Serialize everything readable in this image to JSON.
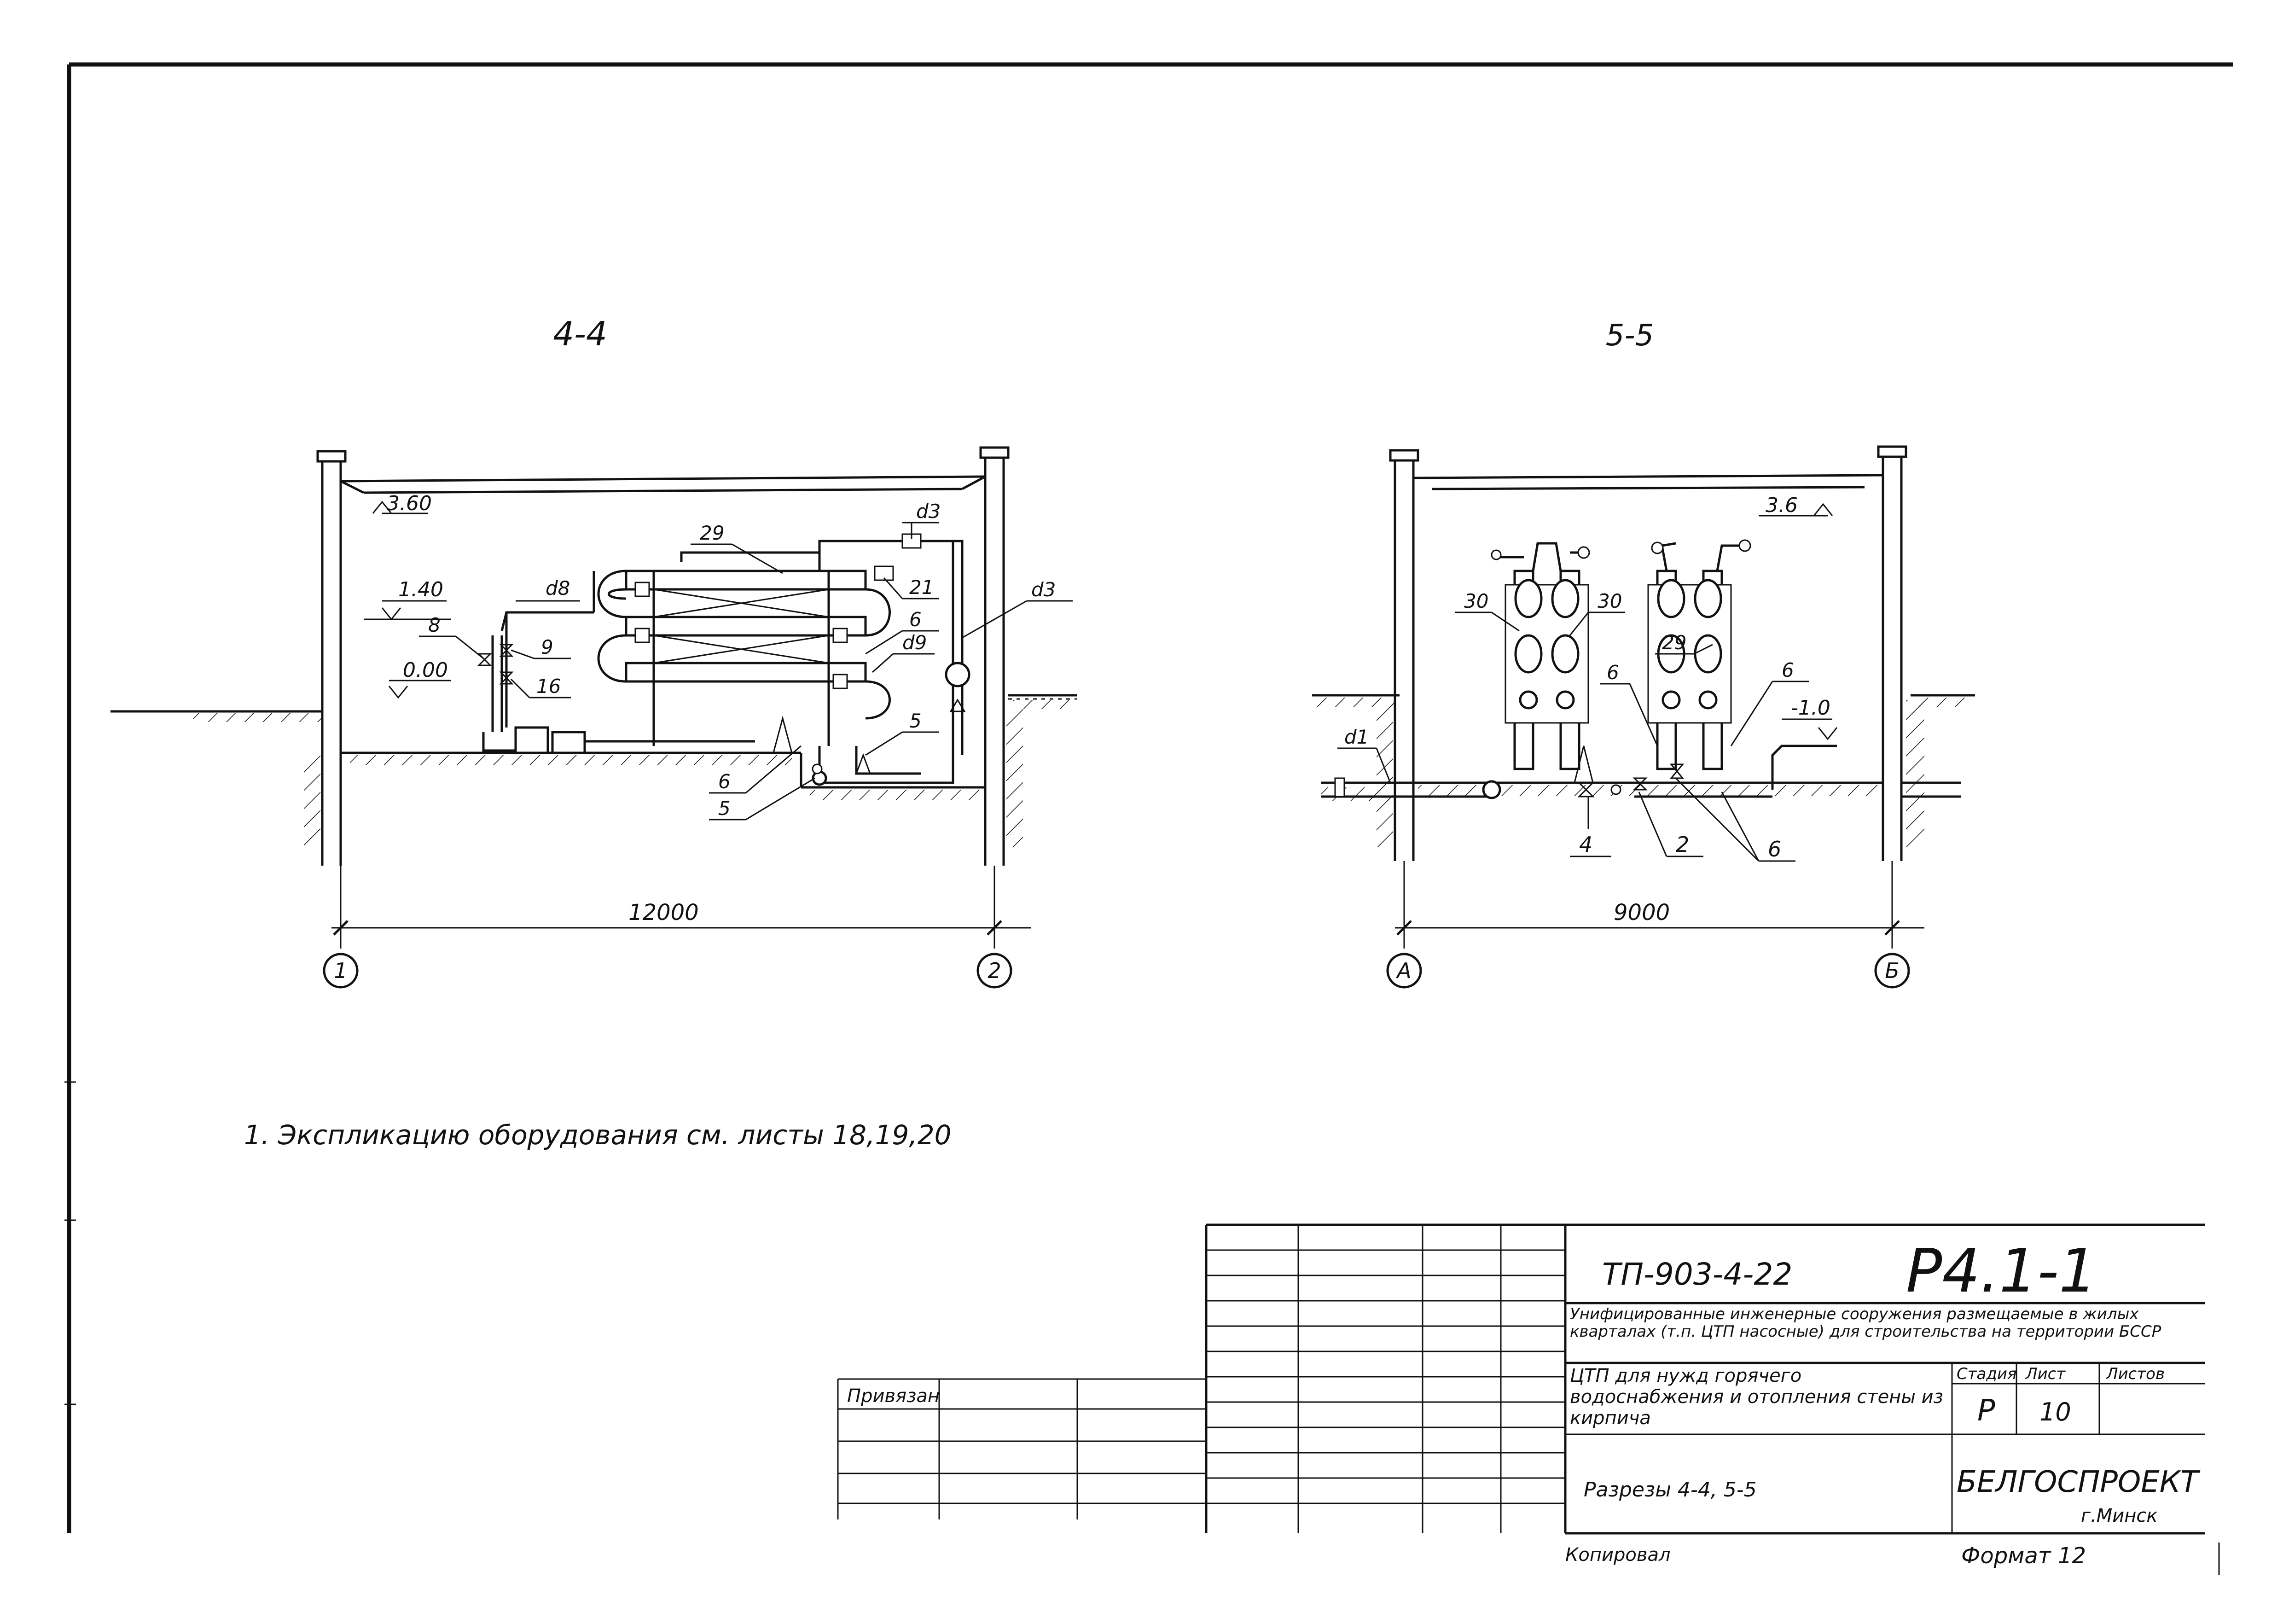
{
  "sections": {
    "left": {
      "title": "4-4",
      "levels": {
        "roof": "3.60",
        "mid": "1.40",
        "zero": "0.00"
      },
      "pipe_labels": {
        "d8": "d8",
        "d3_top": "d3",
        "d3_right": "d3",
        "d9": "d9"
      },
      "callouts": [
        "29",
        "21",
        "6",
        "8",
        "9",
        "16",
        "5",
        "6",
        "5"
      ],
      "dimension": "12000",
      "axes": [
        "1",
        "2"
      ]
    },
    "right": {
      "title": "5-5",
      "levels": {
        "roof": "3.6",
        "pit": "-1.0"
      },
      "pipe_labels": {
        "d1": "d1"
      },
      "callouts": [
        "30",
        "30",
        "29",
        "6",
        "6",
        "4",
        "2",
        "6"
      ],
      "dimension": "9000",
      "axes": [
        "А",
        "Б"
      ]
    }
  },
  "note": "1. Экспликацию оборудования см. листы 18,19,20",
  "title_block": {
    "code": "ТП-903-4-22",
    "sheet_mark": "Р4.1-1",
    "project_title": "Унифицированные инженерные сооружения размещаемые в жилых кварталах (т.п. ЦТП насосные) для строительства на территории БССР",
    "subtitle": "ЦТП для нужд горячего водоснабжения и отопления стены из кирпича",
    "stage_header": "Стадия",
    "sheet_header": "Лист",
    "sheets_header": "Листов",
    "stage": "Р",
    "sheet": "10",
    "sheets": "",
    "drawing_name": "Разрезы 4-4, 5-5",
    "org": "БЕЛГОСПРОЕКТ",
    "city": "г.Минск",
    "privyazan": "Привязан",
    "format": "Формат 12",
    "copied": "Копировал"
  }
}
